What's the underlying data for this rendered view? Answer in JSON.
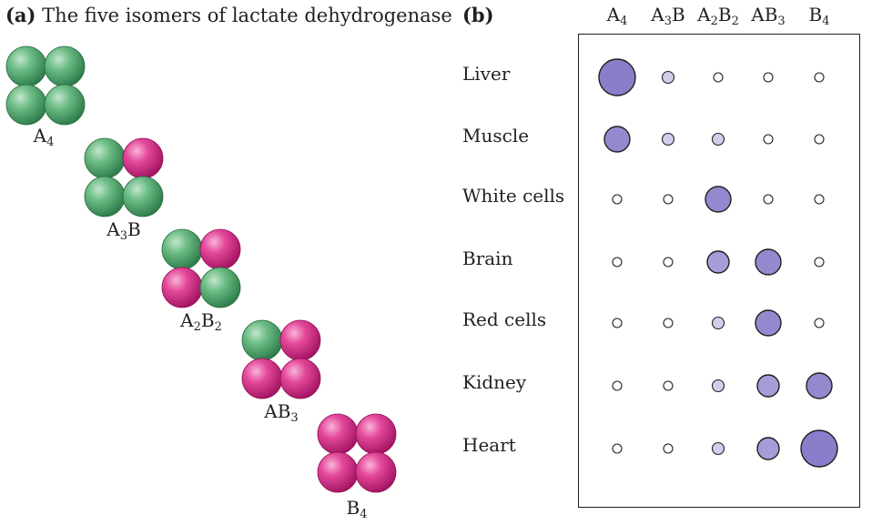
{
  "panel_a": {
    "tag": "(a)",
    "title": "The five isomers of lactate dehydrogenase",
    "isomers": [
      {
        "label": "A",
        "sub": "4",
        "label2": "",
        "sub2": "",
        "subunits": [
          "A",
          "A",
          "A",
          "A"
        ]
      },
      {
        "label": "A",
        "sub": "3",
        "label2": "B",
        "sub2": "",
        "subunits": [
          "A",
          "B",
          "A",
          "A"
        ]
      },
      {
        "label": "A",
        "sub": "2",
        "label2": "B",
        "sub2": "2",
        "subunits": [
          "A",
          "B",
          "B",
          "A"
        ]
      },
      {
        "label": "AB",
        "sub": "3",
        "label2": "",
        "sub2": "",
        "subunits": [
          "A",
          "B",
          "B",
          "B"
        ]
      },
      {
        "label": "B",
        "sub": "4",
        "label2": "",
        "sub2": "",
        "subunits": [
          "B",
          "B",
          "B",
          "B"
        ]
      }
    ]
  },
  "panel_b": {
    "tag": "(b)",
    "columns": [
      {
        "label": "A",
        "sub": "4",
        "label2": "",
        "sub2": ""
      },
      {
        "label": "A",
        "sub": "3",
        "label2": "B",
        "sub2": ""
      },
      {
        "label": "A",
        "sub": "2",
        "label2": "B",
        "sub2": "2"
      },
      {
        "label": "AB",
        "sub": "3",
        "label2": "",
        "sub2": ""
      },
      {
        "label": "B",
        "sub": "4",
        "label2": "",
        "sub2": ""
      }
    ],
    "rows": [
      {
        "tissue": "Liver",
        "levels": [
          4,
          1,
          0,
          0,
          0
        ]
      },
      {
        "tissue": "Muscle",
        "levels": [
          3,
          1,
          1,
          0,
          0
        ]
      },
      {
        "tissue": "White cells",
        "levels": [
          0,
          0,
          3,
          0,
          0
        ]
      },
      {
        "tissue": "Brain",
        "levels": [
          0,
          0,
          2,
          3,
          0
        ]
      },
      {
        "tissue": "Red cells",
        "levels": [
          0,
          0,
          1,
          3,
          0
        ]
      },
      {
        "tissue": "Kidney",
        "levels": [
          0,
          0,
          1,
          2,
          3
        ]
      },
      {
        "tissue": "Heart",
        "levels": [
          0,
          0,
          1,
          2,
          4
        ]
      }
    ]
  },
  "colors": {
    "subunit_A": "#4faa6e",
    "subunit_B": "#e0358e",
    "dot_fill_0": "#ffffff",
    "dot_fill_1": "#d3cdec",
    "dot_fill_2": "#a79bd8",
    "dot_fill_3": "#9488ce",
    "dot_fill_4": "#8a7dc9",
    "stroke": "#231f20"
  }
}
